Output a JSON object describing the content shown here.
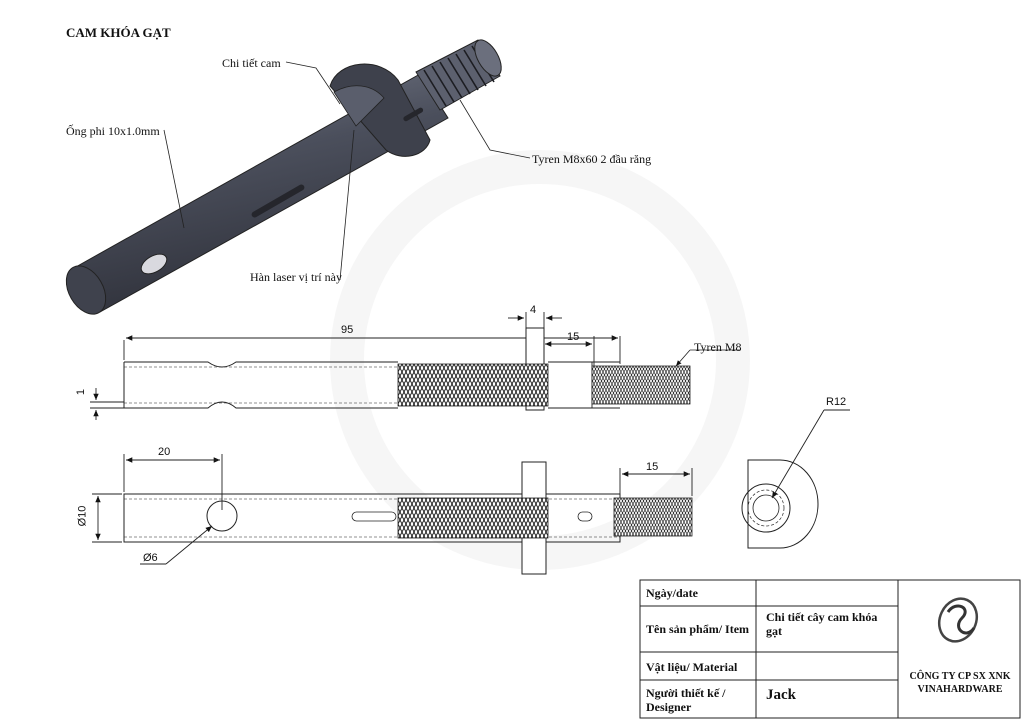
{
  "drawing": {
    "title": "CAM KHÓA GẠT",
    "callouts": {
      "cam_part": "Chi tiết cam",
      "tube": "Ống phi 10x1.0mm",
      "stud": "Tyren M8x60 2 đầu răng",
      "laser_weld": "Hàn laser vị trí này"
    },
    "dimensions": {
      "length_total": "95",
      "cam_thickness": "4",
      "thread_length_top": "15",
      "thread_label": "Tyren M8",
      "wall": "1",
      "hole_offset": "20",
      "thread_length_bottom": "15",
      "diameter_tube": "Ø10",
      "diameter_hole": "Ø6",
      "cam_radius": "R12"
    }
  },
  "title_block": {
    "date_label": "Ngày/date",
    "date_value": "",
    "item_label": "Tên sản phẩm/ Item",
    "item_value": "Chi tiết cây cam khóa gạt",
    "material_label": "Vật liệu/ Material",
    "material_value": "",
    "designer_label": "Người thiết kế / Designer",
    "designer_value": "Jack",
    "company": "CÔNG TY CP SX XNK VINAHARDWARE"
  },
  "colors": {
    "part_fill": "#4b4f5c",
    "part_highlight": "#6f7484",
    "line": "#222222"
  },
  "icons": {
    "logo": "vinahardware-logo"
  }
}
